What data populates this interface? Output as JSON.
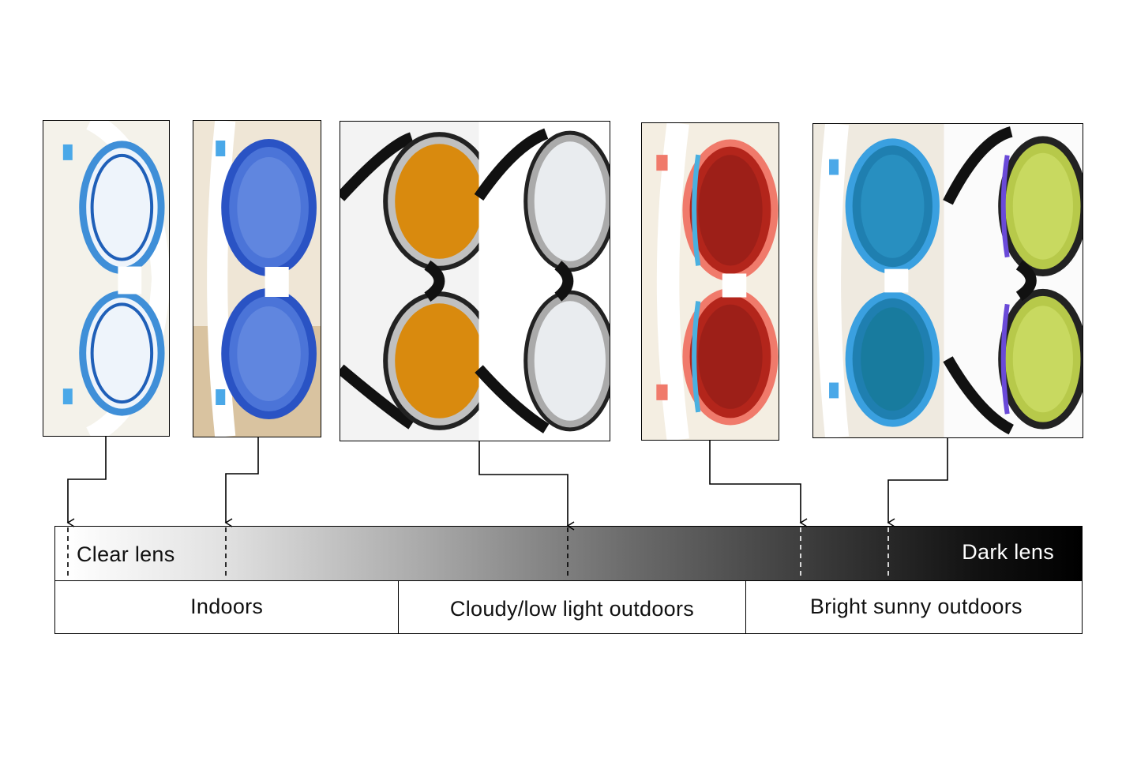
{
  "scale": {
    "left_label": "Clear lens",
    "right_label": "Dark lens"
  },
  "environments": [
    "Indoors",
    "Cloudy/low light outdoors",
    "Bright sunny outdoors"
  ],
  "goggles": [
    {
      "id": "clear-blue-frame",
      "frame_color": "#3f8fd8",
      "lens_color": "#eef4fb",
      "strap_color": "#ffffff"
    },
    {
      "id": "blue-tint",
      "frame_color": "#2a53c4",
      "lens_color": "#4b74d8",
      "strap_color": "#ffffff"
    },
    {
      "id": "amber-tint",
      "frame_color": "#222222",
      "lens_color": "#d98a0e",
      "strap_color": "#111111"
    },
    {
      "id": "clear-black-frame",
      "frame_color": "#222222",
      "lens_color": "#e9ecef",
      "strap_color": "#111111"
    },
    {
      "id": "red-mirror",
      "frame_color": "#f07a6b",
      "lens_color": "#b3251b",
      "strap_color": "#ffffff"
    },
    {
      "id": "blue-mirror",
      "frame_color": "#3aa0e0",
      "lens_color": "#1f7fb0",
      "strap_color": "#ffffff"
    },
    {
      "id": "gold-mirror",
      "frame_color": "#222222",
      "lens_color": "#b7c94a",
      "strap_color": "#111111"
    }
  ]
}
